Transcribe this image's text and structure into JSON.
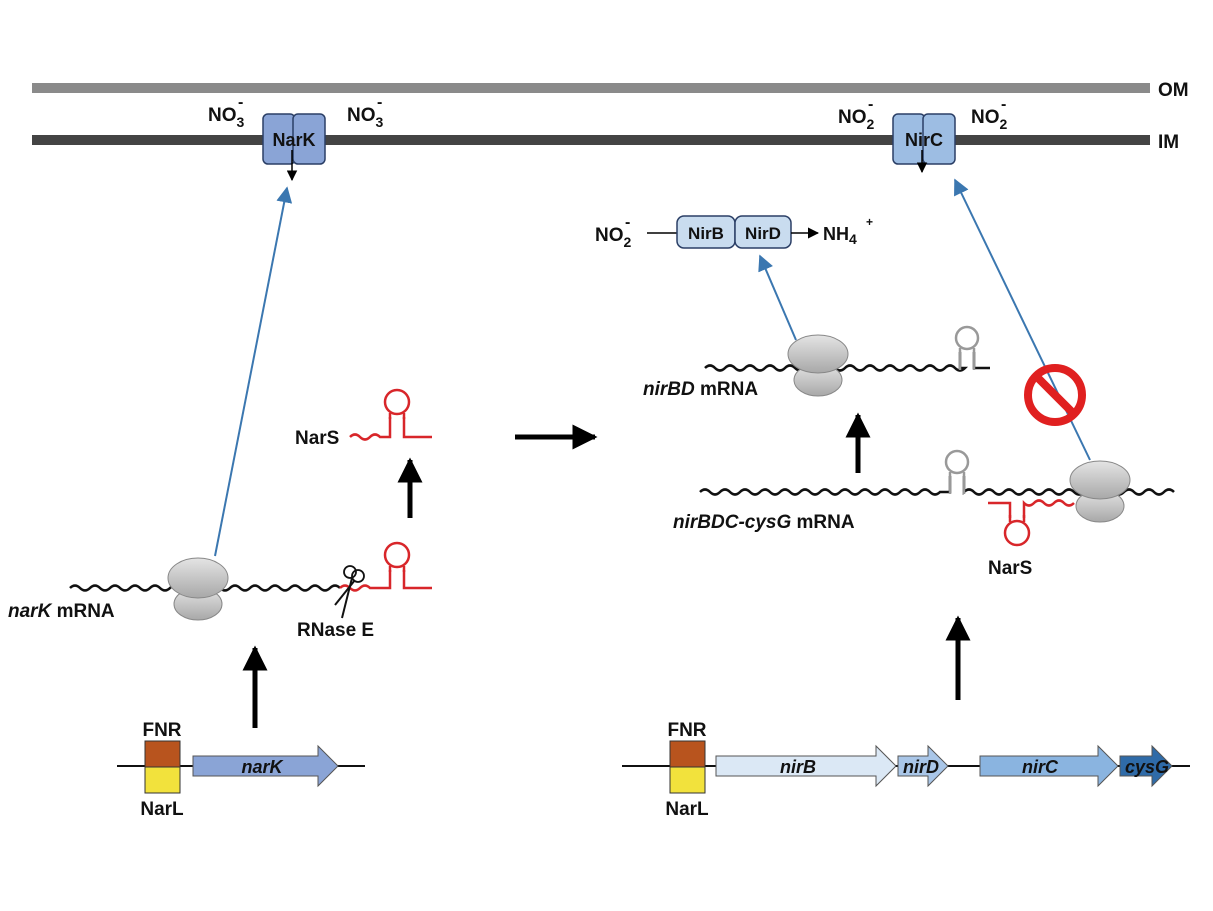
{
  "membrane": {
    "outer_label": "OM",
    "inner_label": "IM"
  },
  "transporters": {
    "narK": {
      "label": "NarK",
      "ion_left": "NO",
      "ion_left_sub": "3",
      "ion_left_sup": "-",
      "ion_right": "NO",
      "ion_right_sub": "3",
      "ion_right_sup": "-"
    },
    "nirC": {
      "label": "NirC",
      "ion_left": "NO",
      "ion_left_sub": "2",
      "ion_left_sup": "-",
      "ion_right": "NO",
      "ion_right_sub": "2",
      "ion_right_sup": "-"
    }
  },
  "reaction": {
    "substrate": "NO",
    "substrate_sub": "2",
    "substrate_sup": "-",
    "enzyme1": "NirB",
    "enzyme2": "NirD",
    "product": "NH",
    "product_sub": "4",
    "product_sup": "+"
  },
  "left": {
    "mrna_gene": "narK",
    "mrna_suffix": " mRNA",
    "rnase": "RNase E",
    "srna": "NarS",
    "promoter_top": "FNR",
    "promoter_bottom": "NarL",
    "gene": "narK"
  },
  "right": {
    "mrna1_gene": "nirBD",
    "mrna1_suffix": " mRNA",
    "mrna2_gene": "nirBDC-cysG",
    "mrna2_suffix": " mRNA",
    "srna": "NarS",
    "promoter_top": "FNR",
    "promoter_bottom": "NarL",
    "genes": [
      "nirB",
      "nirD",
      "nirC",
      "cysG"
    ]
  },
  "colors": {
    "membrane_outer": "#8a8a8a",
    "membrane_inner": "#444444",
    "transporter": "#8aa4d6",
    "nirC_transporter": "#9dbde3",
    "enzyme": "#c9dcef",
    "blue_arrow": "#3b77b0",
    "srna_red": "#d8262a",
    "fnr_box": "#b8541e",
    "narl_box": "#f2e23c",
    "narK_gene": "#8aa4d6",
    "nirB_gene": "#dbe8f5",
    "nirD_gene": "#a9c6e8",
    "nirC_gene": "#8ab4e0",
    "cysG_gene": "#2f6ba8",
    "ribosome": "#c4c4c4",
    "prohibit": "#e02020"
  }
}
